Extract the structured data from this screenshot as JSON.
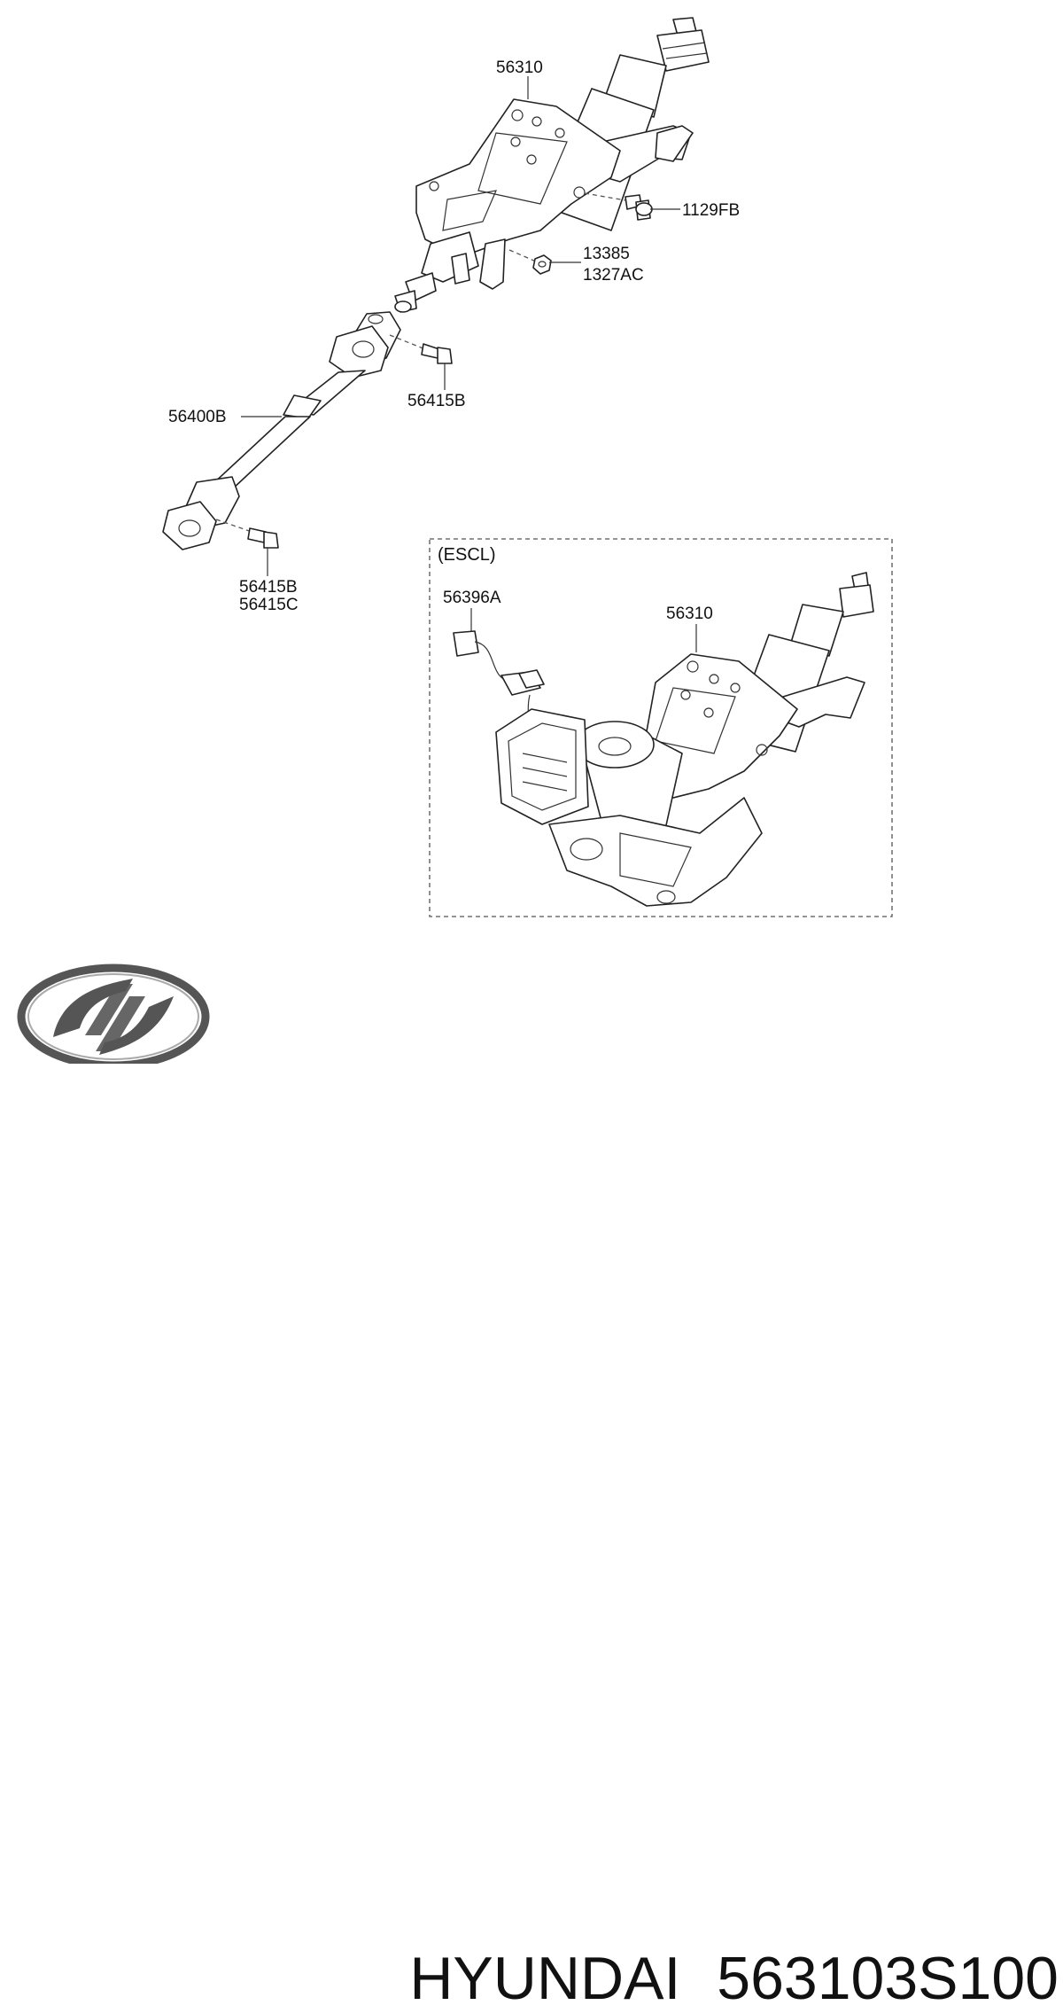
{
  "diagram": {
    "callouts": {
      "column_upper": "56310",
      "bolt_1129": "1129FB",
      "nut_13385": "13385",
      "nut_1327": "1327AC",
      "bolt_upper_joint": "56415B",
      "shaft": "56400B",
      "bolt_lower_joint_1": "56415B",
      "bolt_lower_joint_2": "56415C",
      "section_title": "(ESCL)",
      "connector": "56396A",
      "column_escl": "56310"
    }
  },
  "caption": {
    "brand": "HYUNDAI",
    "part_number": "563103S100"
  },
  "colors": {
    "line": "#222222",
    "logo": "#555555",
    "text": "#111111"
  }
}
